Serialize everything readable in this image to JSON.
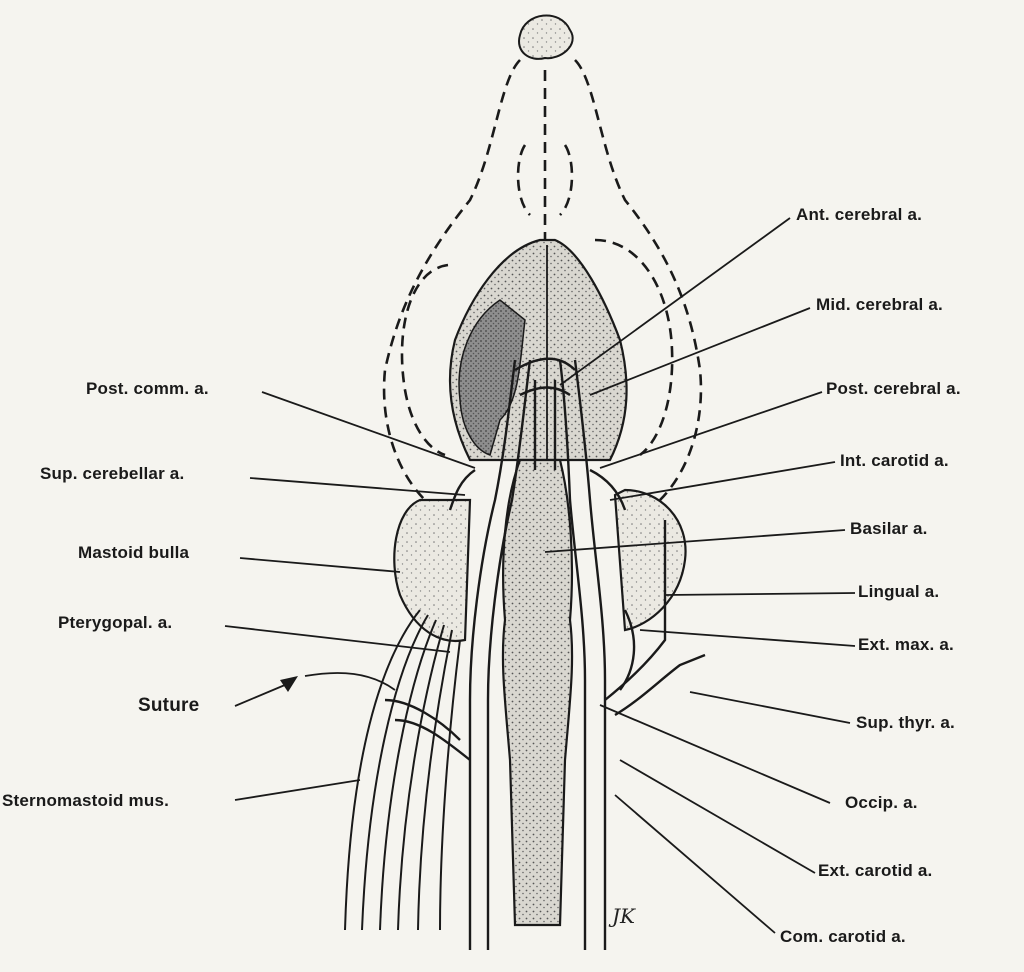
{
  "labels": {
    "ant_cerebral": "Ant. cerebral a.",
    "mid_cerebral": "Mid. cerebral a.",
    "post_cerebral": "Post. cerebral a.",
    "int_carotid": "Int. carotid a.",
    "basilar": "Basilar a.",
    "lingual": "Lingual a.",
    "ext_max": "Ext. max. a.",
    "sup_thyr": "Sup. thyr. a.",
    "occip": "Occip. a.",
    "ext_carotid": "Ext. carotid a.",
    "com_carotid": "Com. carotid a.",
    "post_comm": "Post. comm. a.",
    "sup_cerebellar": "Sup. cerebellar a.",
    "mastoid_bulla": "Mastoid bulla",
    "pterygopal": "Pterygopal. a.",
    "suture": "Suture",
    "sternomastoid": "Sternomastoid mus."
  },
  "signature": "JK",
  "colors": {
    "ink": "#1a1a1a",
    "paper": "#f5f4ef",
    "shade": "#8c8c8c"
  }
}
